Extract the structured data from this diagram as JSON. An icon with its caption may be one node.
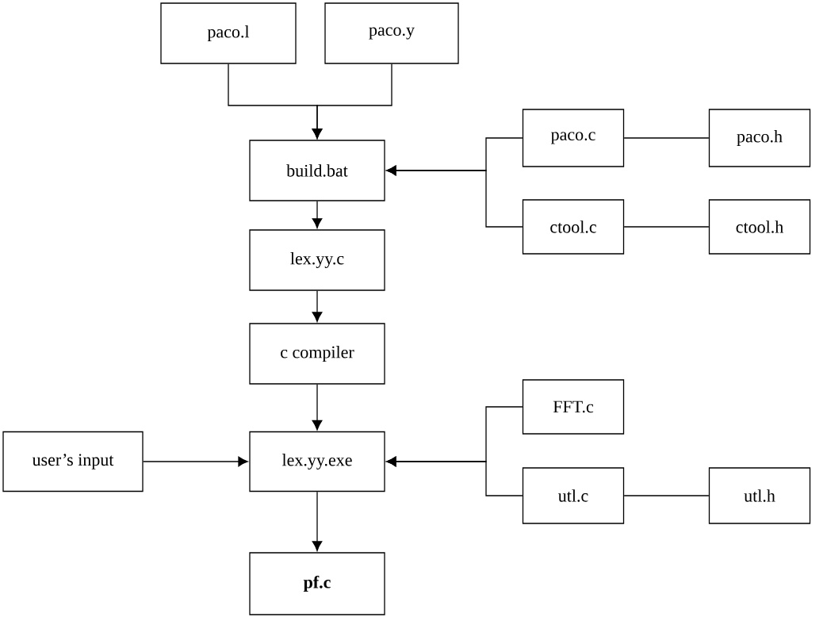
{
  "diagram": {
    "nodes": [
      {
        "text": [
          "paco.l"
        ]
      },
      {
        "text": [
          "paco.y"
        ]
      },
      {
        "text": [
          "build.bat"
        ]
      },
      {
        "text": [
          "paco.c"
        ]
      },
      {
        "text": [
          "paco.h"
        ]
      },
      {
        "text": [
          "ctool.c"
        ]
      },
      {
        "text": [
          "ctool.h"
        ]
      },
      {
        "text": [
          "lex.yy.c"
        ]
      },
      {
        "text": [
          "c compiler"
        ]
      },
      {
        "text": [
          "FFT.c"
        ]
      },
      {
        "text": [
          "user’s input"
        ]
      },
      {
        "text": [
          "lex.yy.exe"
        ]
      },
      {
        "text": [
          "utl.c"
        ]
      },
      {
        "text": [
          "utl.h"
        ]
      },
      {
        "text": [
          "pf.c"
        ]
      }
    ],
    "edges": [
      {
        "from": 0,
        "to": 2,
        "arrow": "to"
      },
      {
        "from": 1,
        "to": 2,
        "arrow": "to"
      },
      {
        "from": 3,
        "to": 2,
        "arrow": "to"
      },
      {
        "from": 5,
        "to": 2,
        "arrow": "to"
      },
      {
        "from": 3,
        "to": 4,
        "arrow": "none"
      },
      {
        "from": 5,
        "to": 6,
        "arrow": "none"
      },
      {
        "from": 2,
        "to": 7,
        "arrow": "to"
      },
      {
        "from": 7,
        "to": 8,
        "arrow": "to"
      },
      {
        "from": 8,
        "to": 11,
        "arrow": "to"
      },
      {
        "from": 10,
        "to": 11,
        "arrow": "to"
      },
      {
        "from": 9,
        "to": 11,
        "arrow": "to"
      },
      {
        "from": 12,
        "to": 11,
        "arrow": "to"
      },
      {
        "from": 12,
        "to": 13,
        "arrow": "none"
      },
      {
        "from": 11,
        "to": 14,
        "arrow": "to"
      }
    ]
  }
}
